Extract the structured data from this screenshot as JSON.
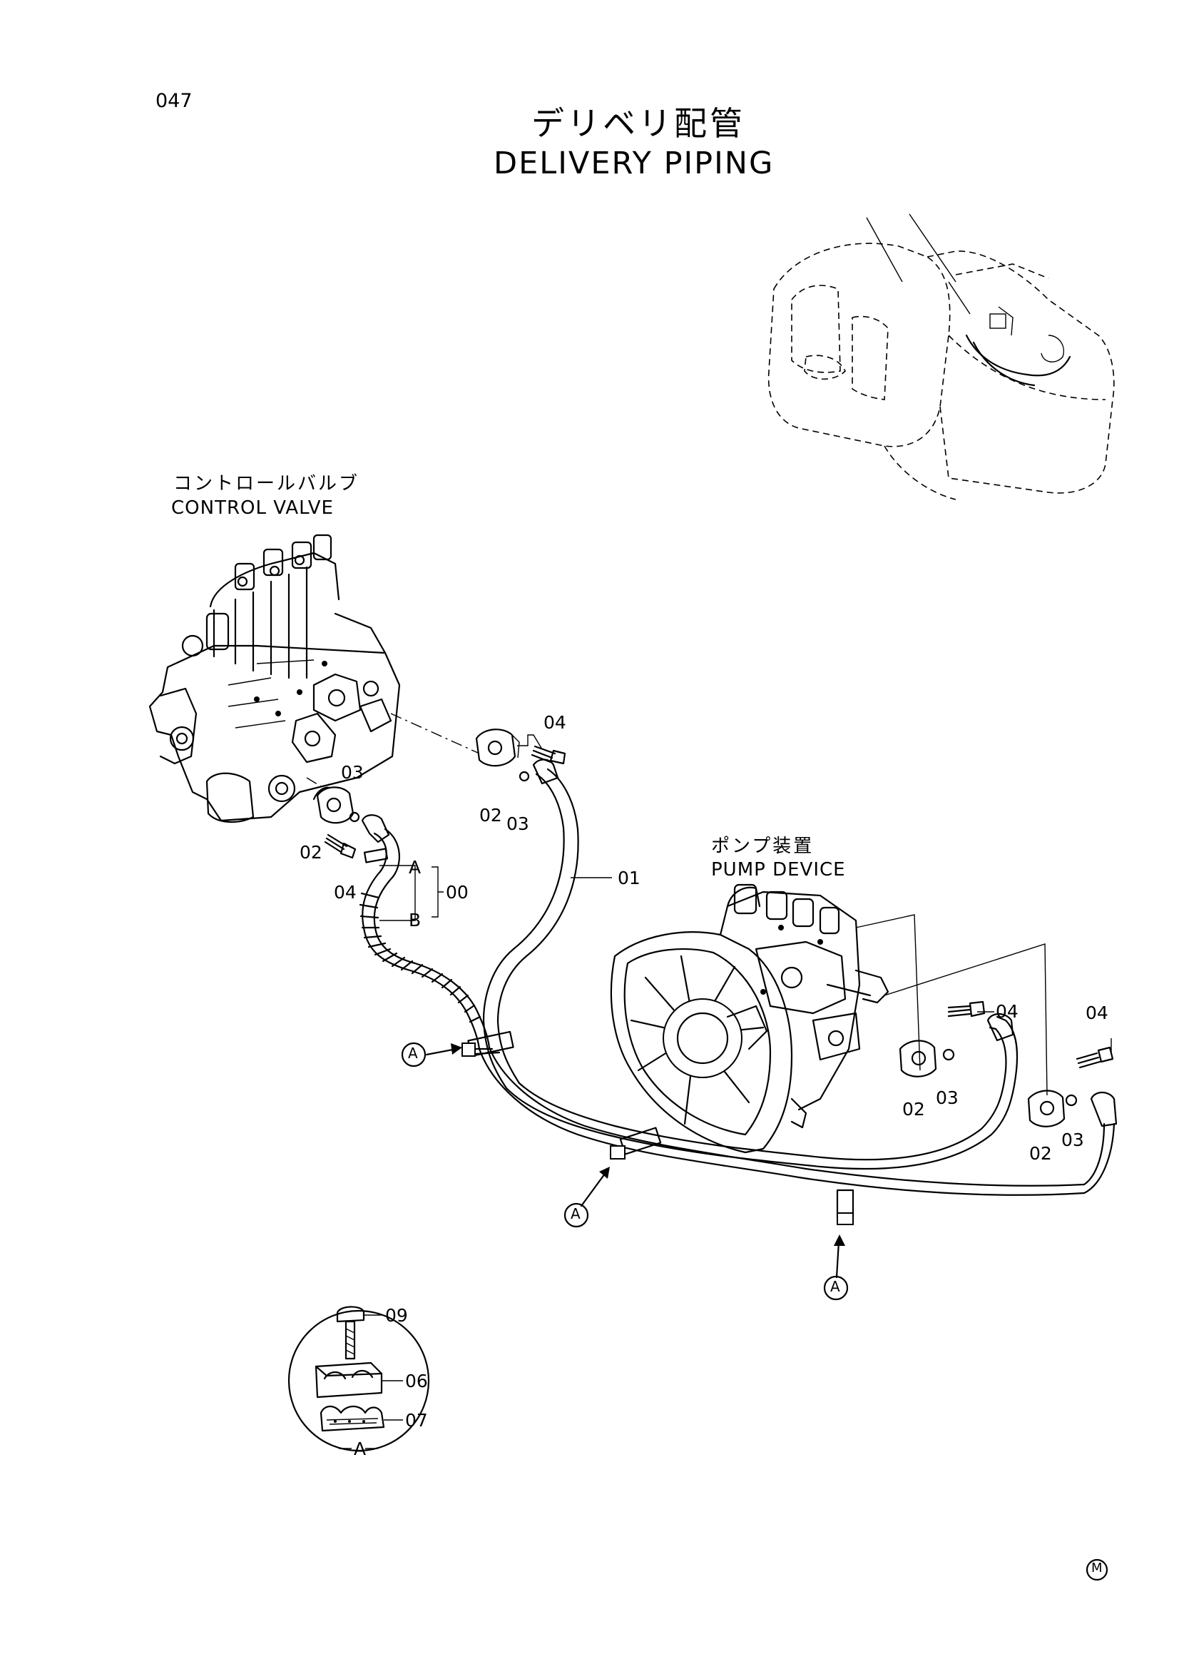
{
  "header": {
    "page_number": "047",
    "title_jp": "デリベリ配管",
    "title_en": "DELIVERY PIPING"
  },
  "components": {
    "control_valve": {
      "label_jp": "コントロールバルブ",
      "label_en": "CONTROL VALVE"
    },
    "pump_device": {
      "label_jp": "ポンプ装置",
      "label_en": "PUMP DEVICE"
    }
  },
  "callouts": {
    "p00": "00",
    "p01": "01",
    "p02": "02",
    "p03": "03",
    "p04": "04",
    "p06": "06",
    "p07": "07",
    "p09": "09",
    "hose_a": "A",
    "hose_b": "B",
    "clamp_ref": "A",
    "detail_label": "A"
  },
  "footer": {
    "mark": "M"
  }
}
